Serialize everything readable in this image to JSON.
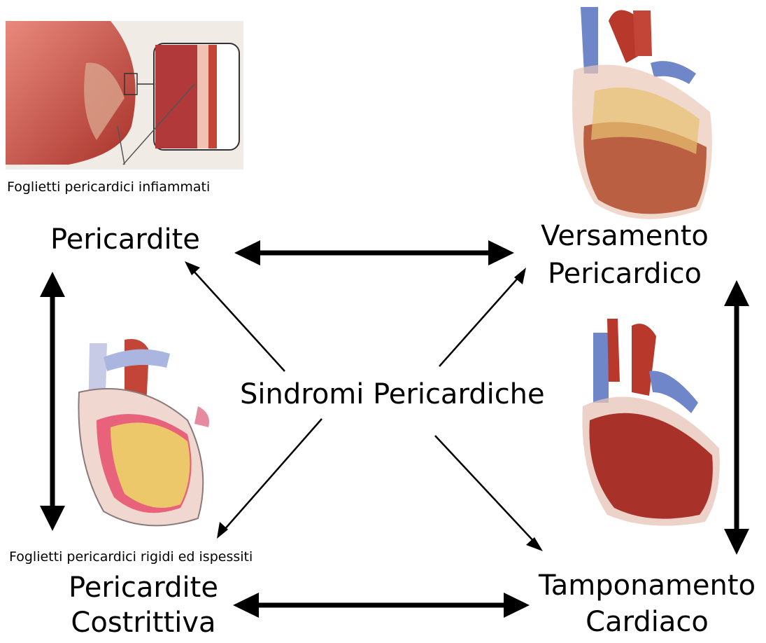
{
  "diagram": {
    "center": "Sindromi Pericardiche",
    "nodes": {
      "pericardite": "Pericardite",
      "versamento_line1": "Versamento",
      "versamento_line2": "Pericardico",
      "costrittiva_line1": "Pericardite",
      "costrittiva_line2": "Costrittiva",
      "tamponamento_line1": "Tamponamento",
      "tamponamento_line2": "Cardiaco"
    },
    "captions": {
      "inflamed": "Foglietti pericardici infiammati",
      "thickened": "Foglietti pericardici rigidi ed ispessiti"
    },
    "colors": {
      "arrow": "#000000",
      "heart_red": "#b8392c",
      "vessel_blue": "#6f86c9",
      "fat_yellow": "#e8c85a"
    }
  }
}
